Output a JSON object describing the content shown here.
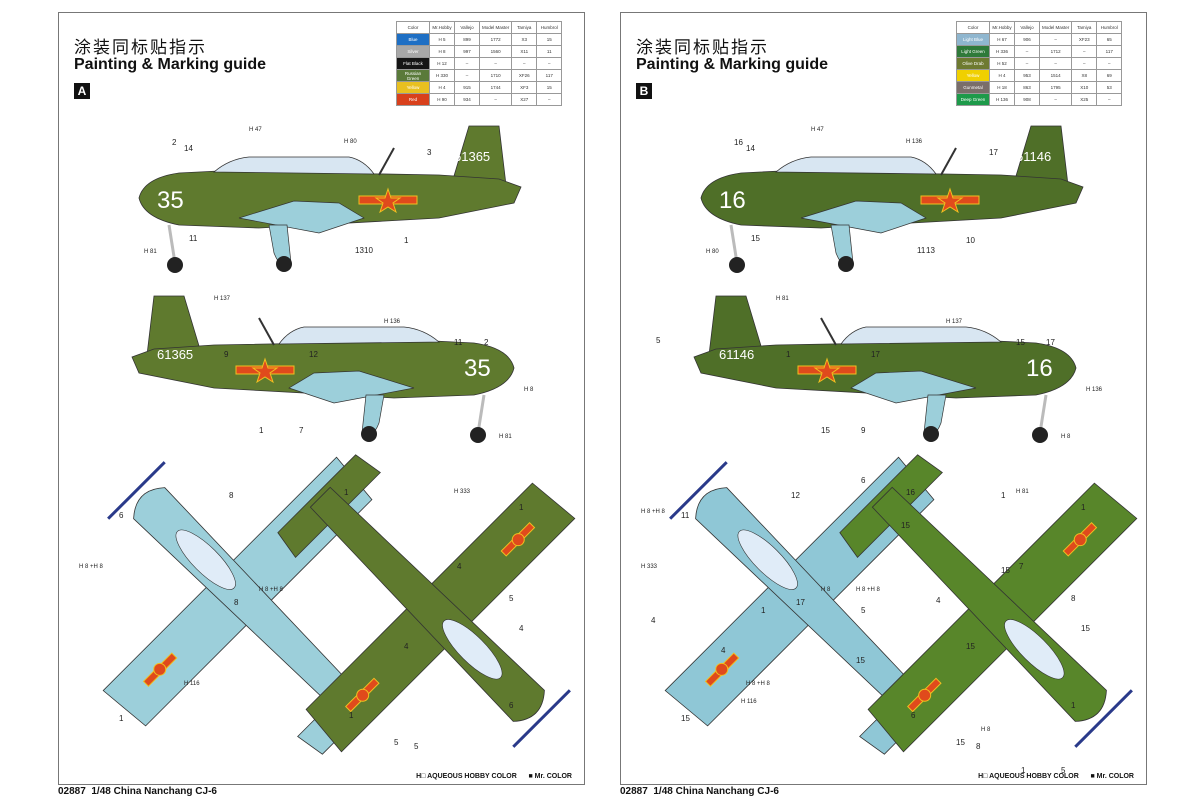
{
  "panels": [
    {
      "id": "A",
      "title_cn": "涂装同标贴指示",
      "title_en": "Painting & Marking guide",
      "badge": "A",
      "side_number": "35",
      "tail_number": "61365",
      "table": {
        "headers": [
          "Color",
          "Mr.Hobby",
          "Vallejo",
          "Model Master",
          "Tamiya",
          "Humbrol"
        ],
        "rows": [
          {
            "color": "Blue",
            "swatch": "#1e6fc4",
            "hobby": "H 5",
            "vallejo": "899",
            "mm": "1772",
            "tamiya": "X3",
            "humbrol": "15"
          },
          {
            "color": "Silver",
            "swatch": "#a8a8a8",
            "hobby": "H 8",
            "vallejo": "997",
            "mm": "1560",
            "tamiya": "X11",
            "humbrol": "11"
          },
          {
            "color": "Flat Black",
            "swatch": "#151515",
            "hobby": "H 12",
            "vallejo": "–",
            "mm": "–",
            "tamiya": "–",
            "humbrol": "–"
          },
          {
            "color": "Russian Green",
            "swatch": "#5a7a3a",
            "hobby": "H 330",
            "vallejo": "–",
            "mm": "1710",
            "tamiya": "XF26",
            "humbrol": "117"
          },
          {
            "color": "Yellow",
            "swatch": "#e8c020",
            "hobby": "H 4",
            "vallejo": "915",
            "mm": "1744",
            "tamiya": "XF3",
            "humbrol": "15"
          },
          {
            "color": "Red",
            "swatch": "#d8401c",
            "hobby": "H 90",
            "vallejo": "934",
            "mm": "–",
            "tamiya": "X27",
            "humbrol": "–"
          }
        ]
      },
      "callouts": [
        "2",
        "14",
        "3",
        "11",
        "13",
        "10",
        "1",
        "9",
        "12",
        "11",
        "2",
        "1",
        "7",
        "8",
        "6",
        "1",
        "8",
        "1",
        "4",
        "4",
        "4",
        "5",
        "5",
        "1",
        "6",
        "1",
        "5"
      ],
      "paint_refs": [
        "H 47",
        "H 80",
        "H 81",
        "H 137",
        "H 136",
        "H 8",
        "H 81",
        "H 333",
        "H 8 +H 8",
        "H 8 +H 8",
        "H 116"
      ],
      "legend_hobby": "H□ AQUEOUS HOBBY COLOR",
      "legend_mr": "■ Mr. COLOR"
    },
    {
      "id": "B",
      "title_cn": "涂装同标贴指示",
      "title_en": "Painting & Marking guide",
      "badge": "B",
      "side_number": "16",
      "tail_number": "61146",
      "table": {
        "headers": [
          "Color",
          "Mr.Hobby",
          "Vallejo",
          "Model Master",
          "Tamiya",
          "Humbrol"
        ],
        "rows": [
          {
            "color": "Light Blue",
            "swatch": "#8fb6cf",
            "hobby": "H 67",
            "vallejo": "906",
            "mm": "–",
            "tamiya": "XF23",
            "humbrol": "65"
          },
          {
            "color": "Light Green",
            "swatch": "#2f7a3a",
            "hobby": "H 336",
            "vallejo": "–",
            "mm": "1712",
            "tamiya": "–",
            "humbrol": "117"
          },
          {
            "color": "Olive Drab",
            "swatch": "#6e7a30",
            "hobby": "H 52",
            "vallejo": "–",
            "mm": "–",
            "tamiya": "–",
            "humbrol": "–"
          },
          {
            "color": "Yellow",
            "swatch": "#f0d000",
            "hobby": "H 4",
            "vallejo": "953",
            "mm": "1514",
            "tamiya": "X8",
            "humbrol": "69"
          },
          {
            "color": "Gunmetal",
            "swatch": "#7a6e6a",
            "hobby": "H 18",
            "vallejo": "863",
            "mm": "1795",
            "tamiya": "X10",
            "humbrol": "53"
          },
          {
            "color": "Deep Green",
            "swatch": "#1d9a4a",
            "hobby": "H 136",
            "vallejo": "908",
            "mm": "–",
            "tamiya": "X25",
            "humbrol": "–"
          }
        ]
      },
      "callouts": [
        "16",
        "14",
        "17",
        "15",
        "11",
        "13",
        "10",
        "1",
        "17",
        "15",
        "17",
        "15",
        "9",
        "12",
        "11",
        "16",
        "17",
        "1",
        "7",
        "15",
        "15",
        "8",
        "15",
        "6",
        "1",
        "15",
        "8",
        "15",
        "15",
        "15",
        "1",
        "4",
        "4",
        "4",
        "5",
        "5",
        "1",
        "6",
        "1",
        "5"
      ],
      "paint_refs": [
        "H 47",
        "H 136",
        "H 80",
        "H 81",
        "H 137",
        "H 136",
        "H 8",
        "H 81",
        "H 333",
        "H 8",
        "H 8 +H 8",
        "H 8 +H 8",
        "H 8 +H 8",
        "H 116",
        "H 8"
      ],
      "legend_hobby": "H□ AQUEOUS HOBBY COLOR",
      "legend_mr": "■ Mr. COLOR"
    }
  ],
  "footer": [
    {
      "code": "02887",
      "title": "1/48 China Nanchang CJ-6"
    },
    {
      "code": "02887",
      "title": "1/48 China Nanchang CJ-6"
    }
  ],
  "colors": {
    "green": "#5f7a2e",
    "dark_green": "#4a6122",
    "light_blue": "#9ccfda",
    "red": "#e04a1c",
    "yellow": "#f0c020"
  }
}
